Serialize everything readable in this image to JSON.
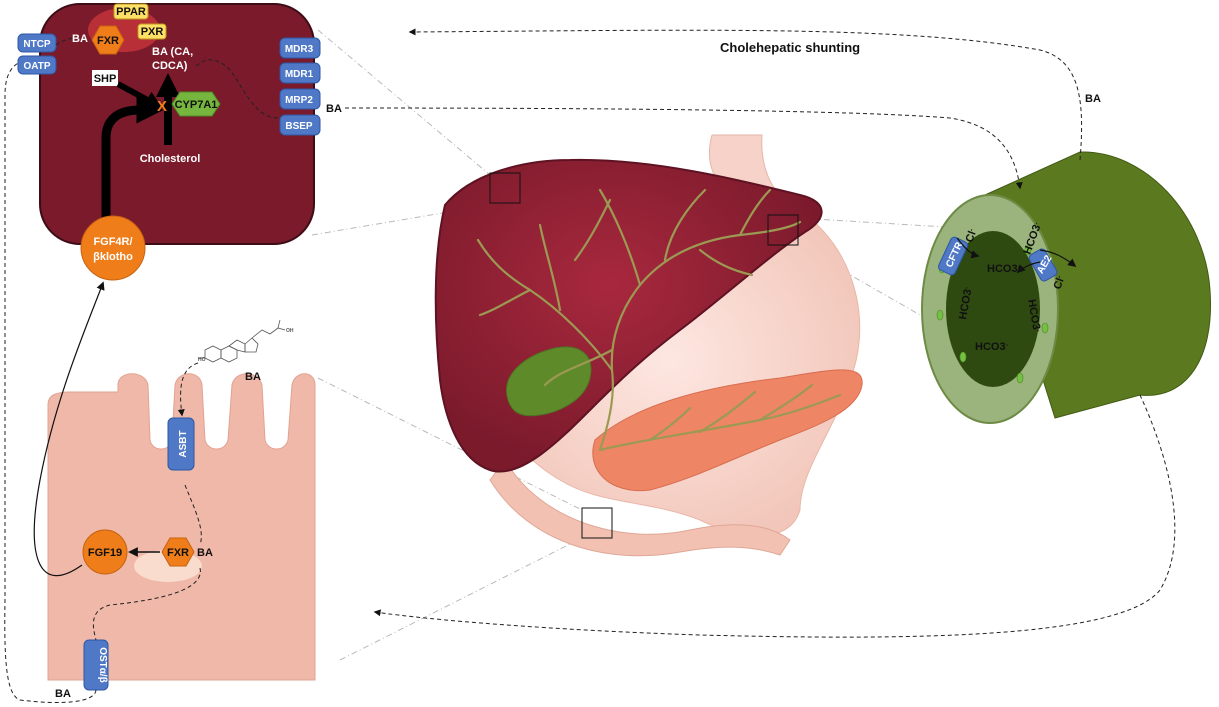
{
  "title": "Cholehepatic shunting",
  "hepatocyte": {
    "transporters": [
      "NTCP",
      "OATP",
      "MDR3",
      "MDR1",
      "MRP2",
      "BSEP"
    ],
    "nuclear_receptors": [
      "PPAR",
      "PXR",
      "FXR"
    ],
    "ba_in": "BA",
    "ba_pool_line1": "BA (CA,",
    "ba_pool_line2": "CDCA)",
    "shp": "SHP",
    "inhibit_mark": "X",
    "enzyme": "CYP7A1",
    "substrate": "Cholesterol",
    "receptor_line1": "FGF4R/",
    "receptor_line2": "βklotho",
    "ba_out": "BA"
  },
  "cholangiocyte": {
    "ba": "BA",
    "cftr": "CFTR",
    "ae2": "AE2",
    "cl_a": "Cl",
    "cl_b": "Cl",
    "cl_sup": "-",
    "hco3": [
      "HCO3",
      "HCO3",
      "HCO3",
      "HCO3",
      "HCO3"
    ],
    "hco3_sup": "-"
  },
  "enterocyte": {
    "ba_top": "BA",
    "asbt": "ASBT",
    "fxr": "FXR",
    "ba_fxr": "BA",
    "fgf19": "FGF19",
    "ost": "OSTα/β",
    "ba_bottom": "BA"
  },
  "colors": {
    "hepatocyte": "#7a1a2b",
    "cholangiocyte": "#5b7a1f",
    "enterocyte": "#efb8a8",
    "transporter": "#4f79c7",
    "receptor": "#ef7d1a",
    "enzyme": "#76b63f",
    "highlight": "#ffe066"
  }
}
